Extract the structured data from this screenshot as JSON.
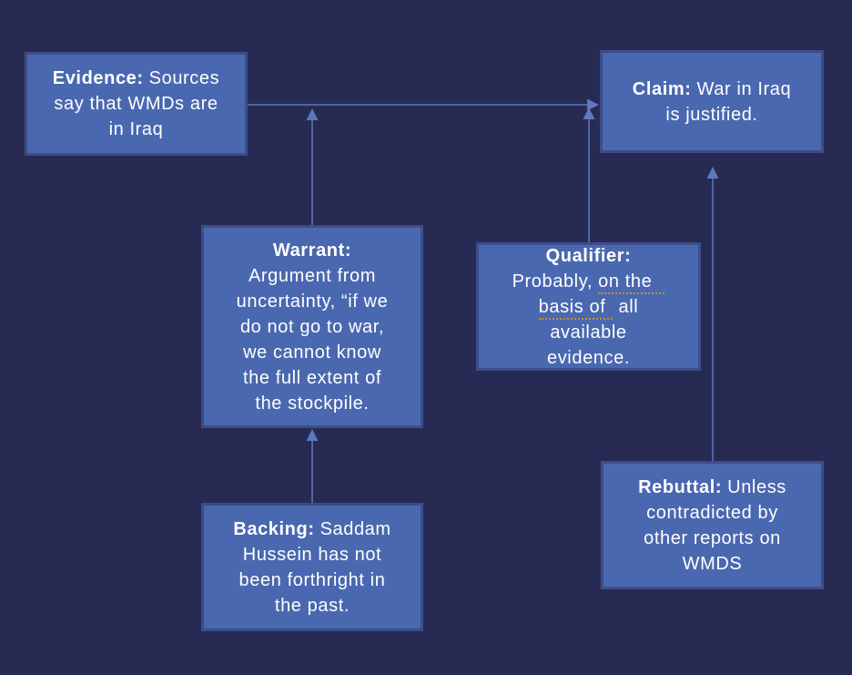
{
  "colors": {
    "background": "#272a52",
    "box_fill": "#4a68b0",
    "box_border": "#3d4c8c",
    "arrow": "#5d78bd",
    "text": "#ffffff",
    "proofing_underline": "#c49133"
  },
  "boxes": {
    "evidence": {
      "label": "Evidence:",
      "text": "Sources\nsay that WMDs are\nin Iraq"
    },
    "claim": {
      "label": "Claim:",
      "text": "War in Iraq\nis justified."
    },
    "warrant": {
      "label": "Warrant:",
      "text": "Argument from\nuncertainty, “if we\ndo not go to war,\nwe cannot know\nthe full extent of\nthe stockpile."
    },
    "qualifier": {
      "label": "Qualifier:",
      "text_before": "Probably, ",
      "underline_line1": "on the",
      "underline_line2": "basis of",
      "text_after": " all\navailable\nevidence."
    },
    "backing": {
      "label": "Backing:",
      "text": "Saddam\nHussein has not\nbeen forthright in\nthe past."
    },
    "rebuttal": {
      "label": "Rebuttal:",
      "text": "Unless\ncontradicted by\nother reports on\nWMDS"
    }
  },
  "connections": [
    {
      "from": "evidence",
      "to": "claim"
    },
    {
      "from": "warrant",
      "to": "evidence-claim-line"
    },
    {
      "from": "qualifier",
      "to": "evidence-claim-line"
    },
    {
      "from": "backing",
      "to": "warrant"
    },
    {
      "from": "rebuttal",
      "to": "claim"
    }
  ]
}
